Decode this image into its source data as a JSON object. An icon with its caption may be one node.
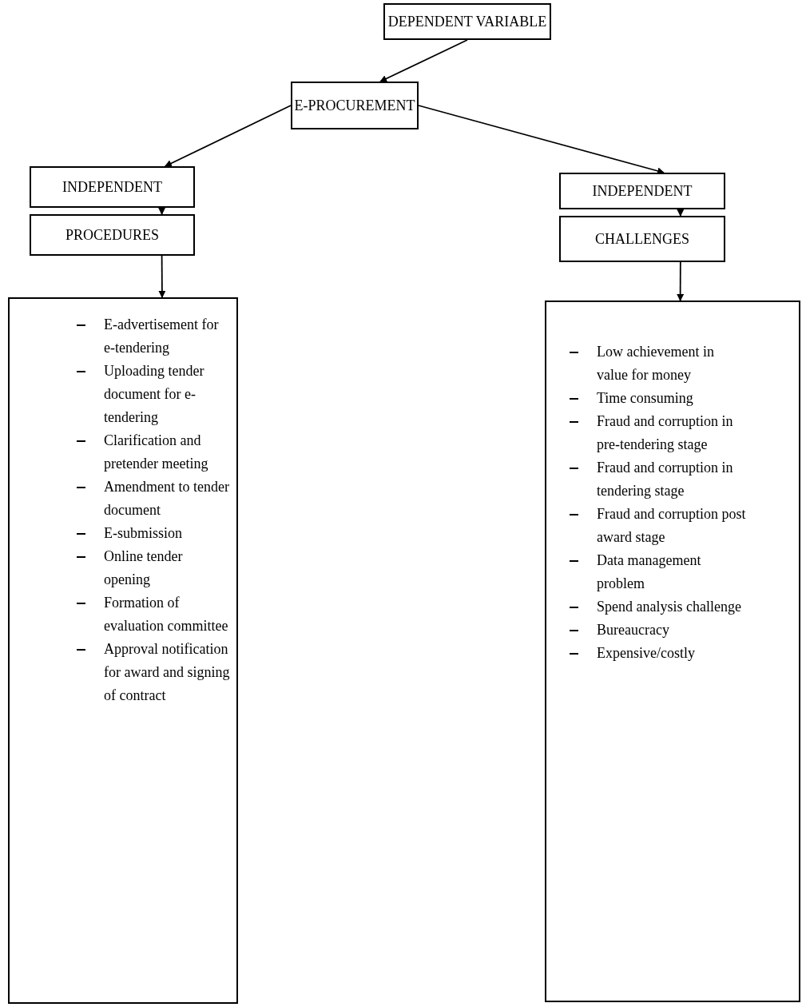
{
  "diagram": {
    "nodes": [
      {
        "text": [
          "DEPENDENT VARIABLE"
        ]
      },
      {
        "text": [
          "E-PROCUREMENT"
        ]
      },
      {
        "text": [
          "INDEPENDENT"
        ]
      },
      {
        "text": [
          "PROCEDURES"
        ]
      },
      {
        "text": [
          "E-advertisement for e-tendering",
          "Uploading tender document for e-tendering",
          "Clarification and pretender meeting",
          "Amendment to tender document",
          "E-submission",
          "Online tender opening",
          "Formation of evaluation committee",
          "Approval notification for award and signing of contract"
        ]
      },
      {
        "text": [
          "INDEPENDENT"
        ]
      },
      {
        "text": [
          "CHALLENGES"
        ]
      },
      {
        "text": [
          "Low achievement in value for money",
          "Time consuming",
          "Fraud and corruption in pre-tendering stage",
          "Fraud and corruption in tendering stage",
          "Fraud and corruption post award stage",
          "Data management problem",
          "Spend analysis challenge",
          "Bureaucracy",
          "Expensive/costly"
        ]
      }
    ],
    "edges": [
      {
        "from": 0,
        "to": 1,
        "arrow": "to"
      },
      {
        "from": 1,
        "to": 2,
        "arrow": "to"
      },
      {
        "from": 1,
        "to": 5,
        "arrow": "to"
      },
      {
        "from": 2,
        "to": 3,
        "arrow": "to"
      },
      {
        "from": 3,
        "to": 4,
        "arrow": "to"
      },
      {
        "from": 5,
        "to": 6,
        "arrow": "to"
      },
      {
        "from": 6,
        "to": 7,
        "arrow": "to"
      }
    ]
  }
}
